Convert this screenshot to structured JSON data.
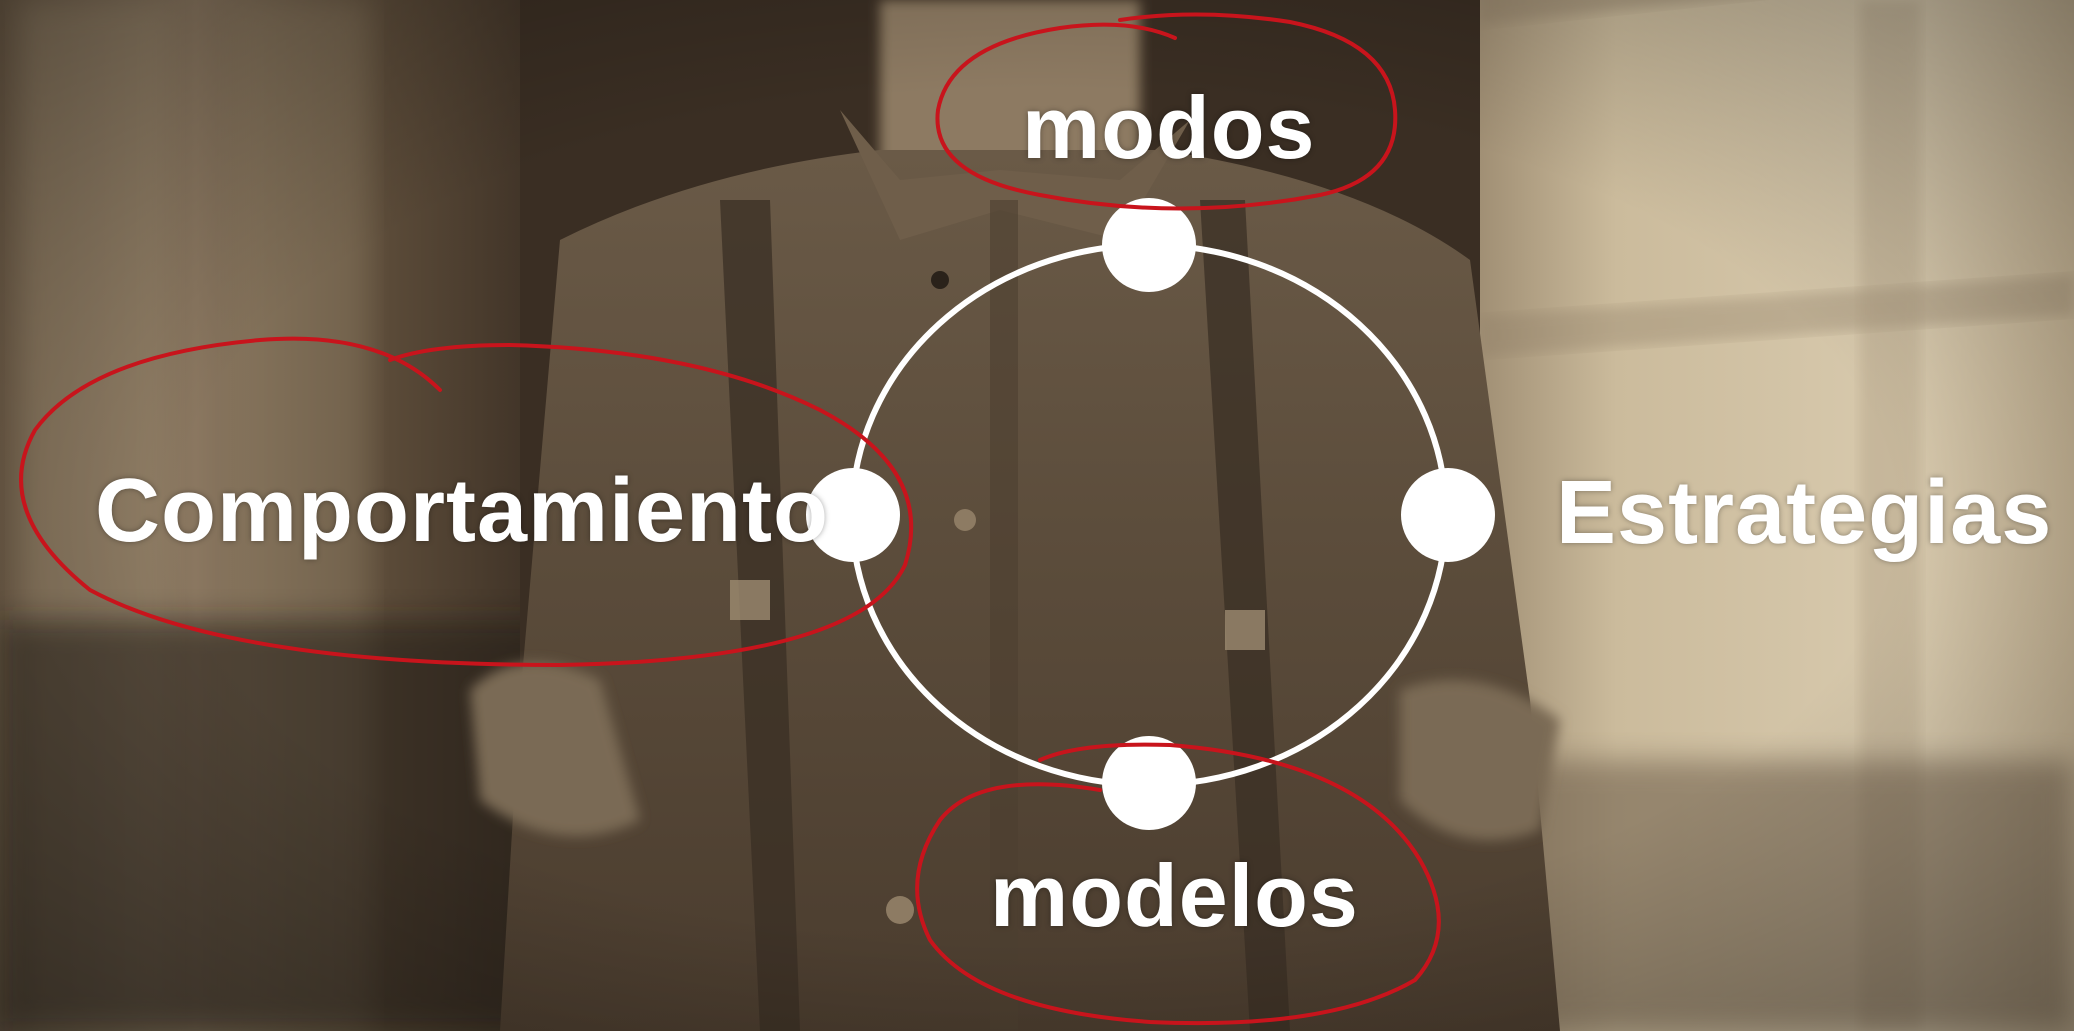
{
  "diagram": {
    "nodes": {
      "top": "modos",
      "left": "Comportamiento",
      "right": "Estrategias",
      "bottom": "modelos"
    }
  },
  "colors": {
    "circle_stroke": "#ffffff",
    "node_fill": "#ffffff",
    "label_color": "#ffffff",
    "annotation_red": "#c8141c",
    "photo_tone_light": "#c9b89a",
    "photo_tone_dark": "#2e241b"
  }
}
